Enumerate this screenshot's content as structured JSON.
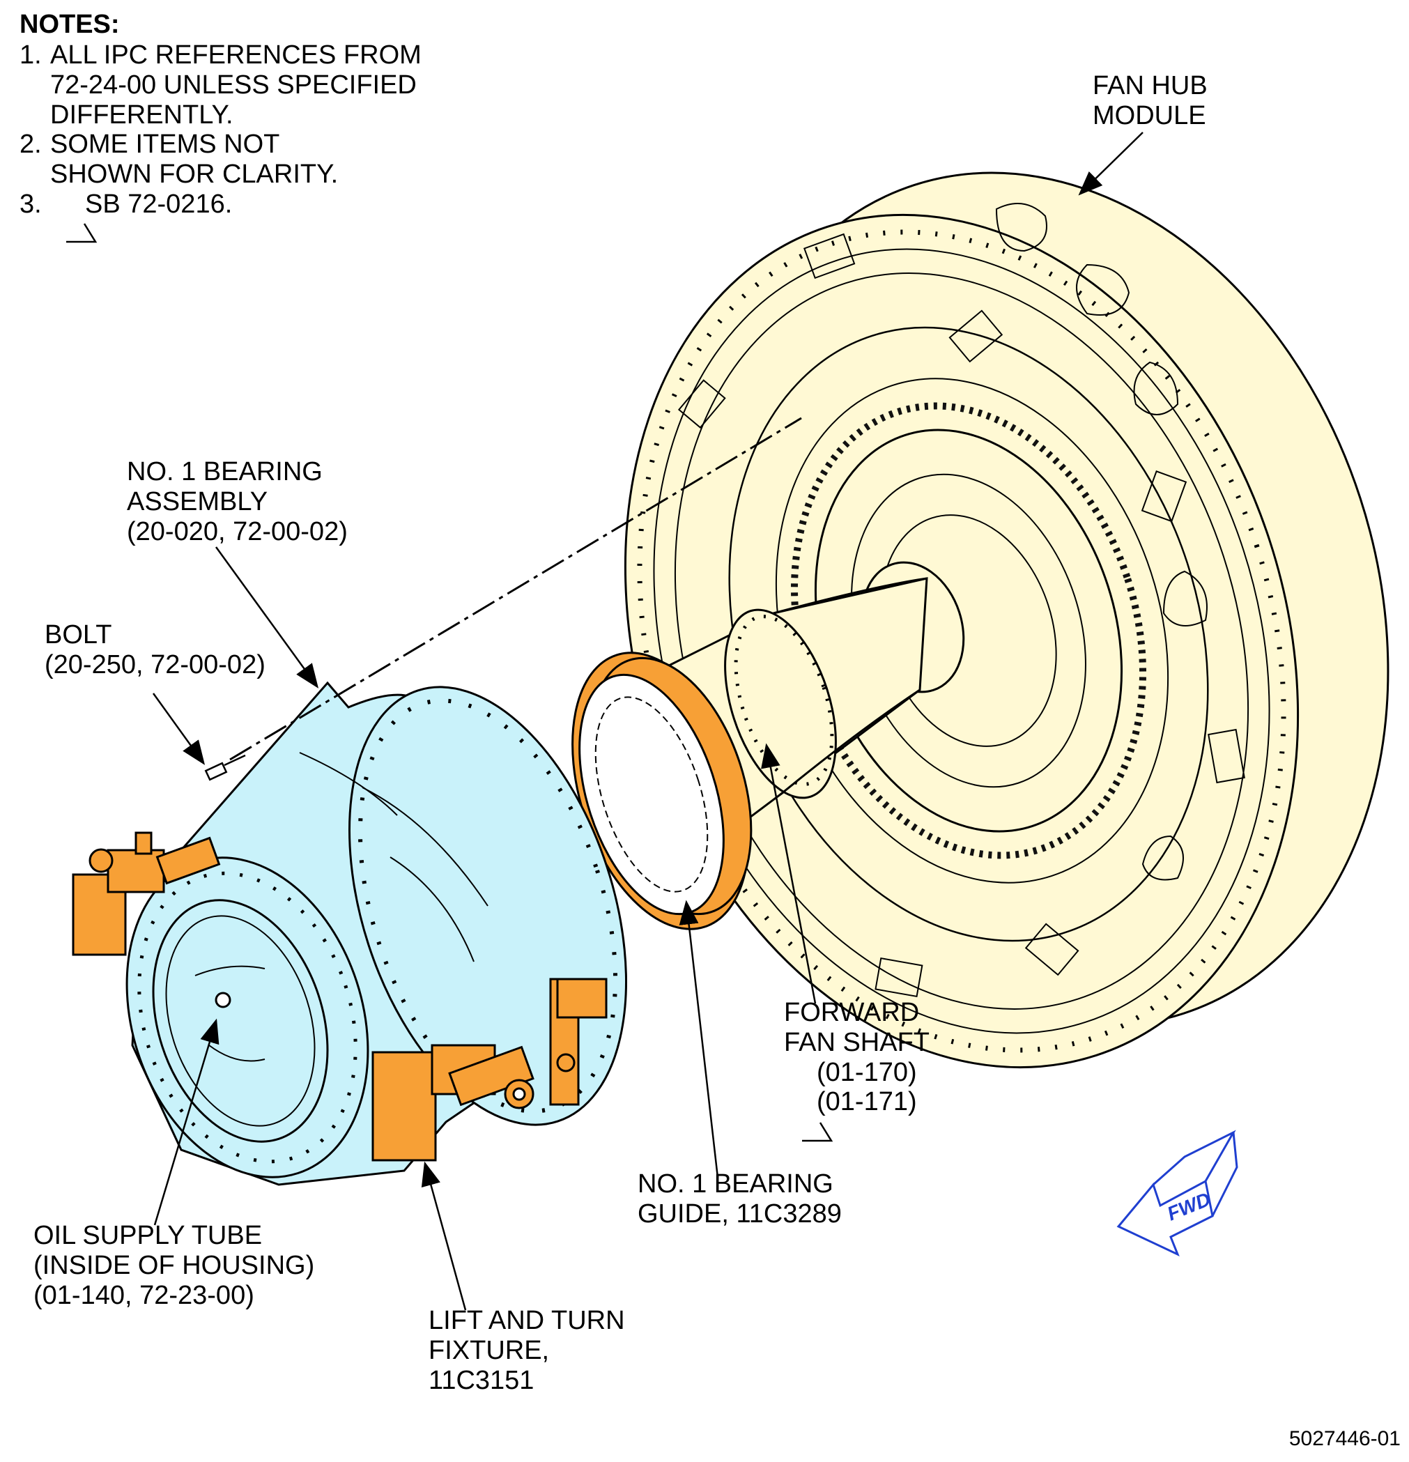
{
  "notes": {
    "title": "NOTES:",
    "items": [
      {
        "num": "1.",
        "text": "ALL IPC REFERENCES FROM\n72-24-00 UNLESS SPECIFIED\nDIFFERENTLY."
      },
      {
        "num": "2.",
        "text": "SOME ITEMS NOT\nSHOWN FOR CLARITY."
      },
      {
        "num": "3.",
        "text": "SB 72-0216."
      }
    ]
  },
  "callouts": {
    "fan_hub": "FAN HUB\nMODULE",
    "bearing_assembly": "NO. 1 BEARING\nASSEMBLY\n(20-020, 72-00-02)",
    "bolt": "BOLT\n(20-250, 72-00-02)",
    "forward_fan_shaft": "FORWARD\nFAN SHAFT",
    "fan_shaft_ref1": "(01-170)",
    "fan_shaft_ref2": "(01-171)",
    "bearing_guide": "NO. 1 BEARING\nGUIDE, 11C3289",
    "oil_supply_tube": "OIL SUPPLY TUBE\n(INSIDE OF HOUSING)\n(01-140, 72-23-00)",
    "lift_turn_fixture": "LIFT AND TURN\nFIXTURE,\n11C3151"
  },
  "fwd_label": "FWD",
  "drawing_number": "5027446-01",
  "colors": {
    "fan_hub_fill": "#FFF9D4",
    "bearing_housing_fill": "#C9F2FA",
    "fixture_orange": "#F7A036",
    "guide_orange": "#F7A036",
    "fwd_blue": "#1F3FD0",
    "line": "#000000"
  }
}
